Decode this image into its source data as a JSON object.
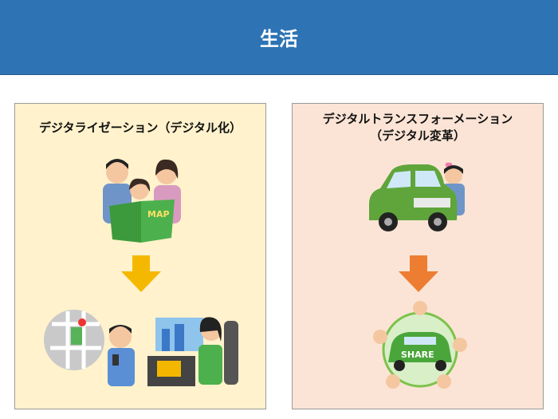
{
  "header": {
    "title": "生活"
  },
  "left_panel": {
    "title": "デジタライゼーション（デジタル化）",
    "map_label": "MAP"
  },
  "right_panel": {
    "title_line1": "デジタルトランスフォーメーション",
    "title_line2": "（デジタル変革）",
    "share_label": "SHARE"
  },
  "colors": {
    "header": "#2e74b5",
    "left_bg": "#fff2cc",
    "right_bg": "#fbe4d5",
    "arrow_left": "#f5b800",
    "arrow_right": "#ed7d31"
  }
}
